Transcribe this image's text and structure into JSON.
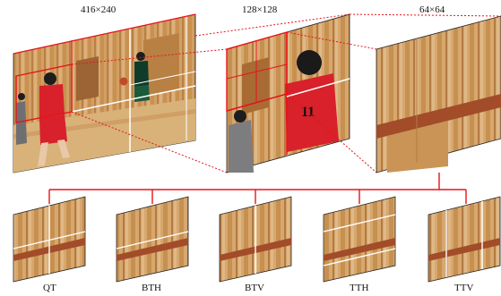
{
  "diagram": {
    "top_labels": [
      "416×240",
      "128×128",
      "64×64"
    ],
    "partition_labels": [
      "QT",
      "BTH",
      "BTV",
      "TTH",
      "TTV"
    ],
    "colors": {
      "split_line": "#e8121a",
      "wood_light": "#d7a56a",
      "wood_mid": "#c48a4f",
      "wood_dark": "#9c6434",
      "floor_base": "#d9b27a",
      "partition_line": "#ffffff"
    }
  }
}
